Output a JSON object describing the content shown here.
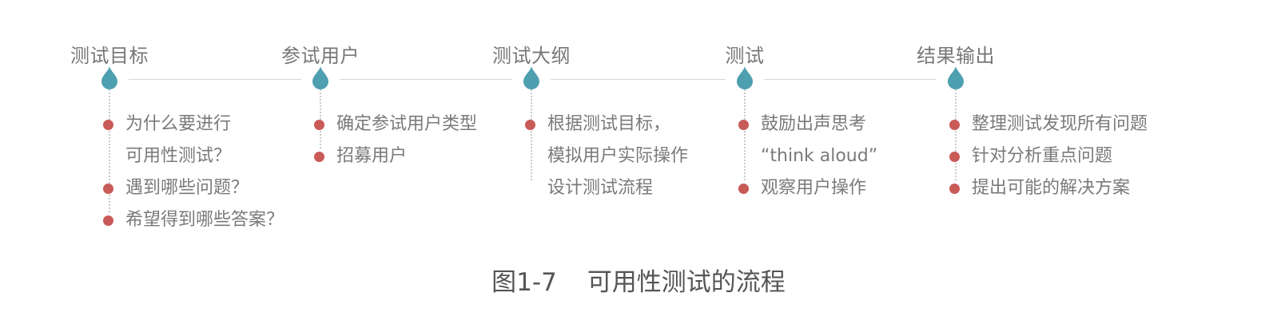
{
  "steps": [
    {
      "title": "测试目标",
      "items": [
        {
          "lines": [
            "为什么要进行",
            "可用性测试？"
          ]
        },
        {
          "lines": [
            "遇到哪些问题？"
          ]
        },
        {
          "lines": [
            "希望得到哪些答案？"
          ]
        }
      ]
    },
    {
      "title": "参试用户",
      "items": [
        {
          "lines": [
            "确定参试用户类型"
          ]
        },
        {
          "lines": [
            "招募用户"
          ]
        }
      ]
    },
    {
      "title": "测试大纲",
      "items": [
        {
          "lines": [
            "根据测试目标，",
            "模拟用户实际操作",
            "设计测试流程"
          ]
        }
      ]
    },
    {
      "title": "测试",
      "items": [
        {
          "lines": [
            "鼓励出声思考",
            "“think aloud”"
          ]
        },
        {
          "lines": [
            "观察用户操作"
          ]
        }
      ]
    },
    {
      "title": "结果输出",
      "items": [
        {
          "lines": [
            "整理测试发现所有问题"
          ]
        },
        {
          "lines": [
            "针对分析重点问题"
          ]
        },
        {
          "lines": [
            "提出可能的解决方案"
          ]
        }
      ]
    }
  ],
  "caption": {
    "figure_number": "图1-7",
    "text": "可用性测试的流程"
  },
  "colors": {
    "drop_marker": "#4e9fb0",
    "bullet": "#c85a57",
    "connector": "#d6d6d6",
    "text": "#7a7a7a"
  },
  "icons": {
    "step_marker": "water-drop-icon",
    "item_marker": "dot-bullet-icon"
  }
}
